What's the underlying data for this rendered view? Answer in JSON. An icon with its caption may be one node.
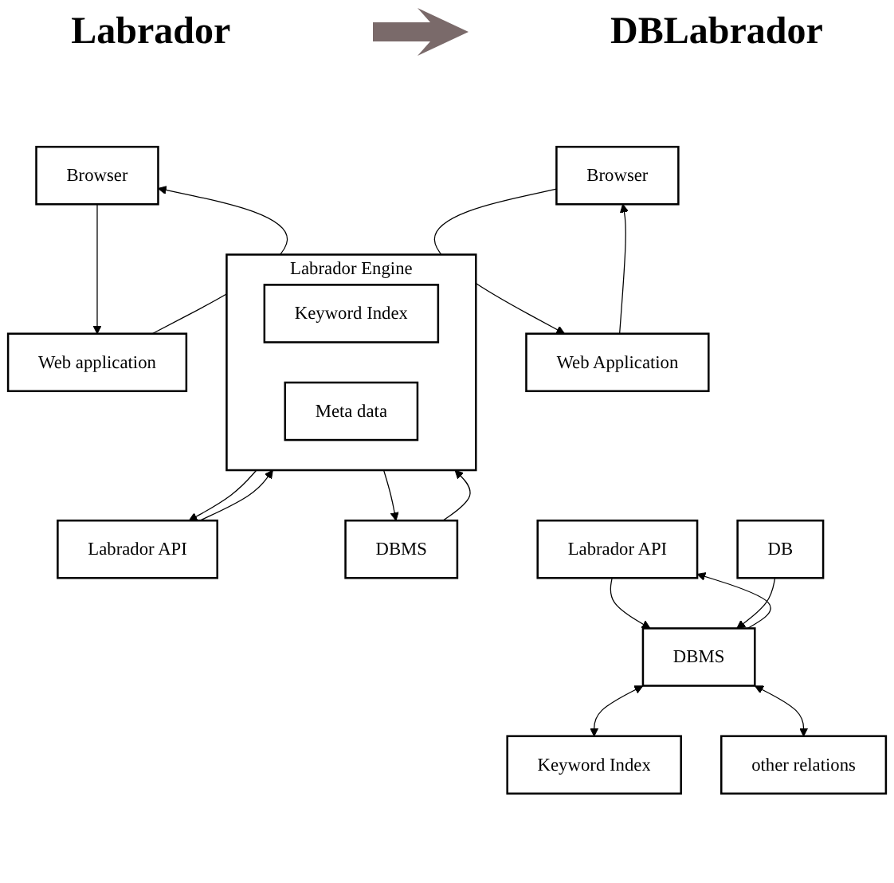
{
  "diagram": {
    "nodes": [
      {
        "text": [
          "Browser"
        ]
      },
      {
        "text": [
          "Web application"
        ]
      },
      {
        "text": [
          "Labrador API"
        ]
      },
      {
        "text": [
          "Labrador Engine"
        ]
      },
      {
        "text": [
          "Keyword Index"
        ],
        "in": 3
      },
      {
        "text": [
          "Meta data"
        ],
        "in": 3
      },
      {
        "text": [
          "DBMS"
        ]
      },
      {
        "text": [
          "Browser"
        ]
      },
      {
        "text": [
          "Web Application"
        ]
      },
      {
        "text": [
          "Labrador API"
        ]
      },
      {
        "text": [
          "DBMS"
        ]
      },
      {
        "text": [
          "Keyword Index"
        ]
      },
      {
        "text": [
          "other relations"
        ]
      },
      {
        "text": [
          "DB"
        ]
      }
    ],
    "edges": [
      {
        "from": 0,
        "to": 1,
        "arrow": "to"
      },
      {
        "from": 1,
        "to": 0,
        "arrow": "to"
      },
      {
        "from": 2,
        "to": 3,
        "arrow": "to"
      },
      {
        "from": 3,
        "to": 2,
        "arrow": "to"
      },
      {
        "from": 3,
        "to": 6,
        "arrow": "to"
      },
      {
        "from": 6,
        "to": 3,
        "arrow": "to"
      },
      {
        "from": 7,
        "to": 8,
        "arrow": "to"
      },
      {
        "from": 8,
        "to": 7,
        "arrow": "to"
      },
      {
        "from": 9,
        "to": 10,
        "arrow": "to"
      },
      {
        "from": 10,
        "to": 9,
        "arrow": "to"
      },
      {
        "from": 10,
        "to": 11,
        "arrow": "both"
      },
      {
        "from": 10,
        "to": 12,
        "arrow": "both"
      },
      {
        "from": 13,
        "to": 10,
        "arrow": "to"
      }
    ],
    "labels": [
      "Labrador",
      "DBLabrador"
    ]
  }
}
